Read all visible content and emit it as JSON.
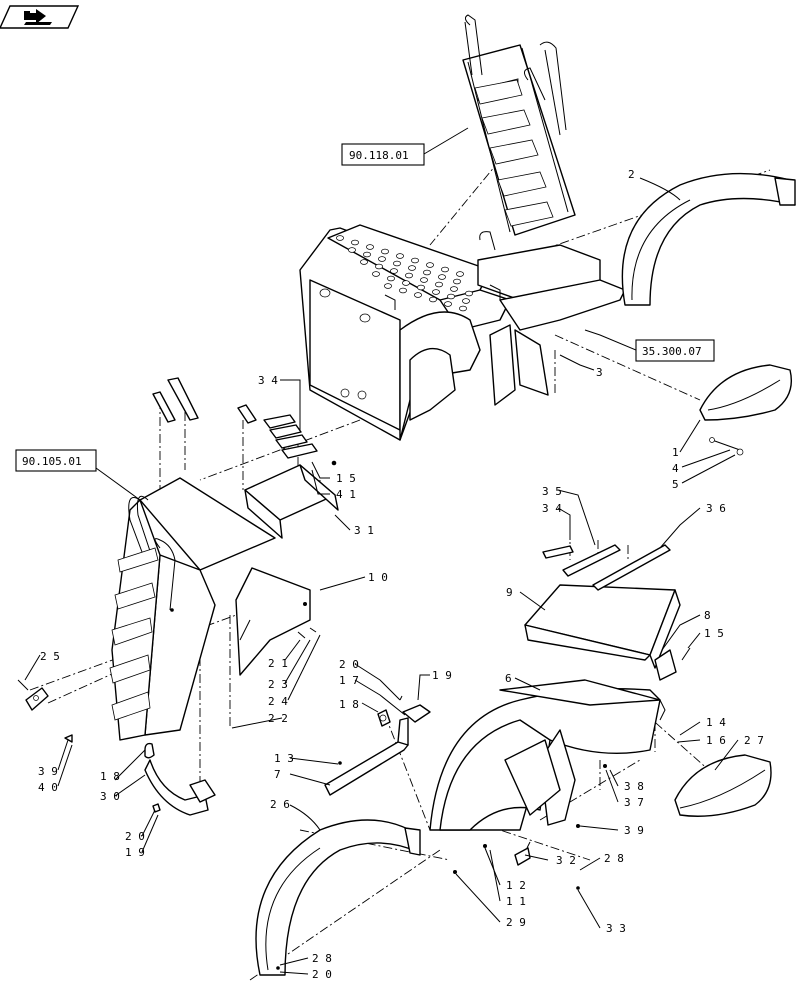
{
  "refs": [
    "90.118.01",
    "35.300.07",
    "90.105.01"
  ],
  "callouts": [
    "2",
    "3",
    "1",
    "4",
    "5",
    "34",
    "15",
    "41",
    "31",
    "10",
    "21",
    "23",
    "24",
    "22",
    "25",
    "39",
    "40",
    "18",
    "30",
    "20",
    "19",
    "35",
    "34",
    "36",
    "9",
    "8",
    "15",
    "20",
    "17",
    "18",
    "19",
    "13",
    "7",
    "6",
    "14",
    "16",
    "27",
    "38",
    "37",
    "39",
    "26",
    "32",
    "28",
    "12",
    "11",
    "29",
    "33",
    "28",
    "20"
  ]
}
